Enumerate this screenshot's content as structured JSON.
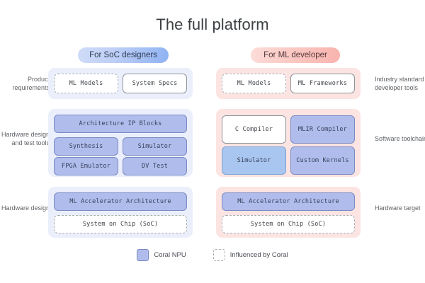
{
  "title": "The full platform",
  "colors": {
    "npu_blue": "#b0bdec",
    "npu_blue_light": "#a8c6ef",
    "panel_blue": "#eaeffb",
    "panel_pink": "#fbe4e1",
    "pill_blue": "#8fb2f2",
    "pill_pink": "#f9b3ae",
    "text": "#3c4043",
    "label_text": "#5f6368"
  },
  "audiences": {
    "soc": "For SoC designers",
    "ml": "For ML developer"
  },
  "rows": [
    {
      "left_label": "Product requirements",
      "right_label": "Industry standard developer tools",
      "left_boxes": [
        {
          "label": "ML Models",
          "style": "dashed"
        },
        {
          "label": "System Specs",
          "style": "solid"
        }
      ],
      "right_boxes": [
        {
          "label": "ML Models",
          "style": "dashed"
        },
        {
          "label": "ML Frameworks",
          "style": "solid"
        }
      ]
    },
    {
      "left_label": "Hardware design and test tools",
      "right_label": "Software toolchain",
      "left_boxes": [
        {
          "label": "Architecture IP Blocks",
          "style": "npu"
        },
        {
          "label": "Synthesis",
          "style": "npu"
        },
        {
          "label": "Simulator",
          "style": "npu"
        },
        {
          "label": "FPGA Emulator",
          "style": "npu"
        },
        {
          "label": "DV Test",
          "style": "npu"
        }
      ],
      "right_boxes": [
        {
          "label": "C Compiler",
          "style": "solid"
        },
        {
          "label": "MLIR Compiler",
          "style": "npu"
        },
        {
          "label": "Simulator",
          "style": "npu-light"
        },
        {
          "label": "Custom Kernels",
          "style": "npu"
        }
      ]
    },
    {
      "left_label": "Hardware design",
      "right_label": "Hardware target",
      "left_boxes": [
        {
          "label": "ML Accelerator Architecture",
          "style": "npu"
        },
        {
          "label": "System on Chip (SoC)",
          "style": "dashed"
        }
      ],
      "right_boxes": [
        {
          "label": "ML Accelerator Architecture",
          "style": "npu"
        },
        {
          "label": "System on Chip (SoC)",
          "style": "dashed"
        }
      ]
    }
  ],
  "legend": [
    {
      "label": "Coral NPU",
      "swatch": "npu-swatch"
    },
    {
      "label": "Influenced by Coral",
      "swatch": "dashed-swatch"
    }
  ]
}
